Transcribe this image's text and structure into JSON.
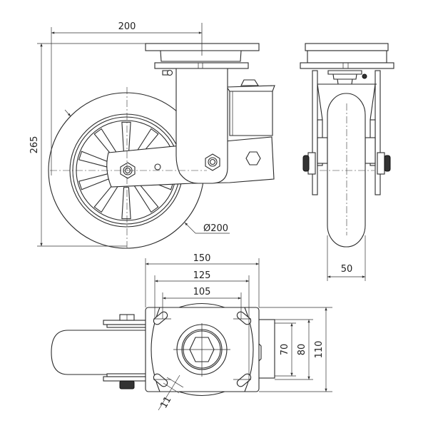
{
  "drawing": {
    "title": "Swivel spring-loaded castor technical drawing",
    "views": [
      "side-view",
      "front-view",
      "top-view"
    ],
    "line_color": "#2a2a2a",
    "background": "#ffffff"
  },
  "dimensions": {
    "side_view": {
      "offset_width": "200",
      "overall_height": "265",
      "wheel_diameter": "Ø200"
    },
    "front_view": {
      "wheel_width": "50"
    },
    "top_view": {
      "plate_length": "150",
      "bolt_hole_spacing_outer": "125",
      "bolt_hole_spacing_inner": "105",
      "plate_width": "110",
      "bolt_hole_spacing_width_outer": "80",
      "bolt_hole_spacing_width_inner": "70",
      "bolt_hole_diameter": "11"
    }
  }
}
